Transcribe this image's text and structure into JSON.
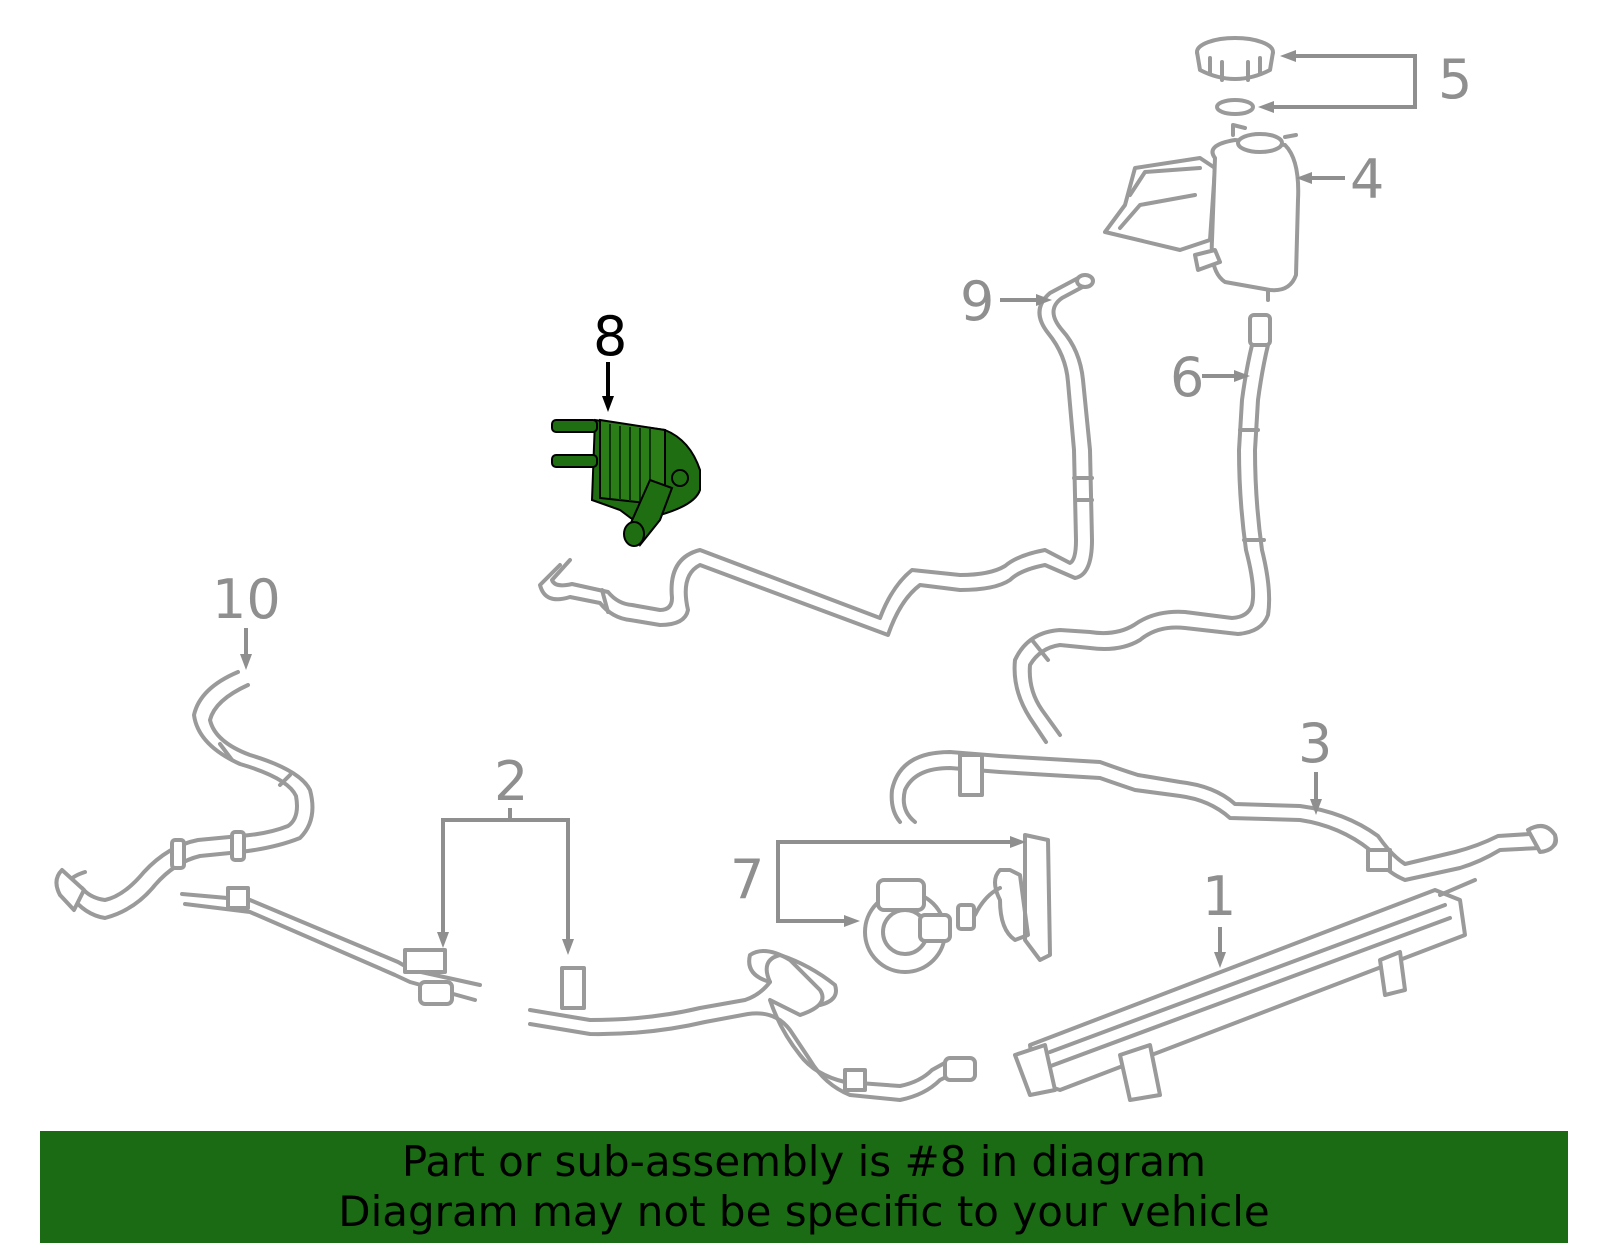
{
  "callouts": [
    {
      "id": "1",
      "label": "1"
    },
    {
      "id": "2",
      "label": "2"
    },
    {
      "id": "3",
      "label": "3"
    },
    {
      "id": "4",
      "label": "4"
    },
    {
      "id": "5",
      "label": "5"
    },
    {
      "id": "6",
      "label": "6"
    },
    {
      "id": "7",
      "label": "7"
    },
    {
      "id": "8",
      "label": "8"
    },
    {
      "id": "9",
      "label": "9"
    },
    {
      "id": "10",
      "label": "10"
    }
  ],
  "highlighted_part": "8",
  "colors": {
    "highlight_part": "#1f6e12",
    "line_art": "#9a9a9a",
    "footer_background": "#1a6b13"
  },
  "footer": {
    "line1": "Part or sub-assembly is #8 in diagram",
    "line2": "Diagram may not be specific to your vehicle"
  }
}
